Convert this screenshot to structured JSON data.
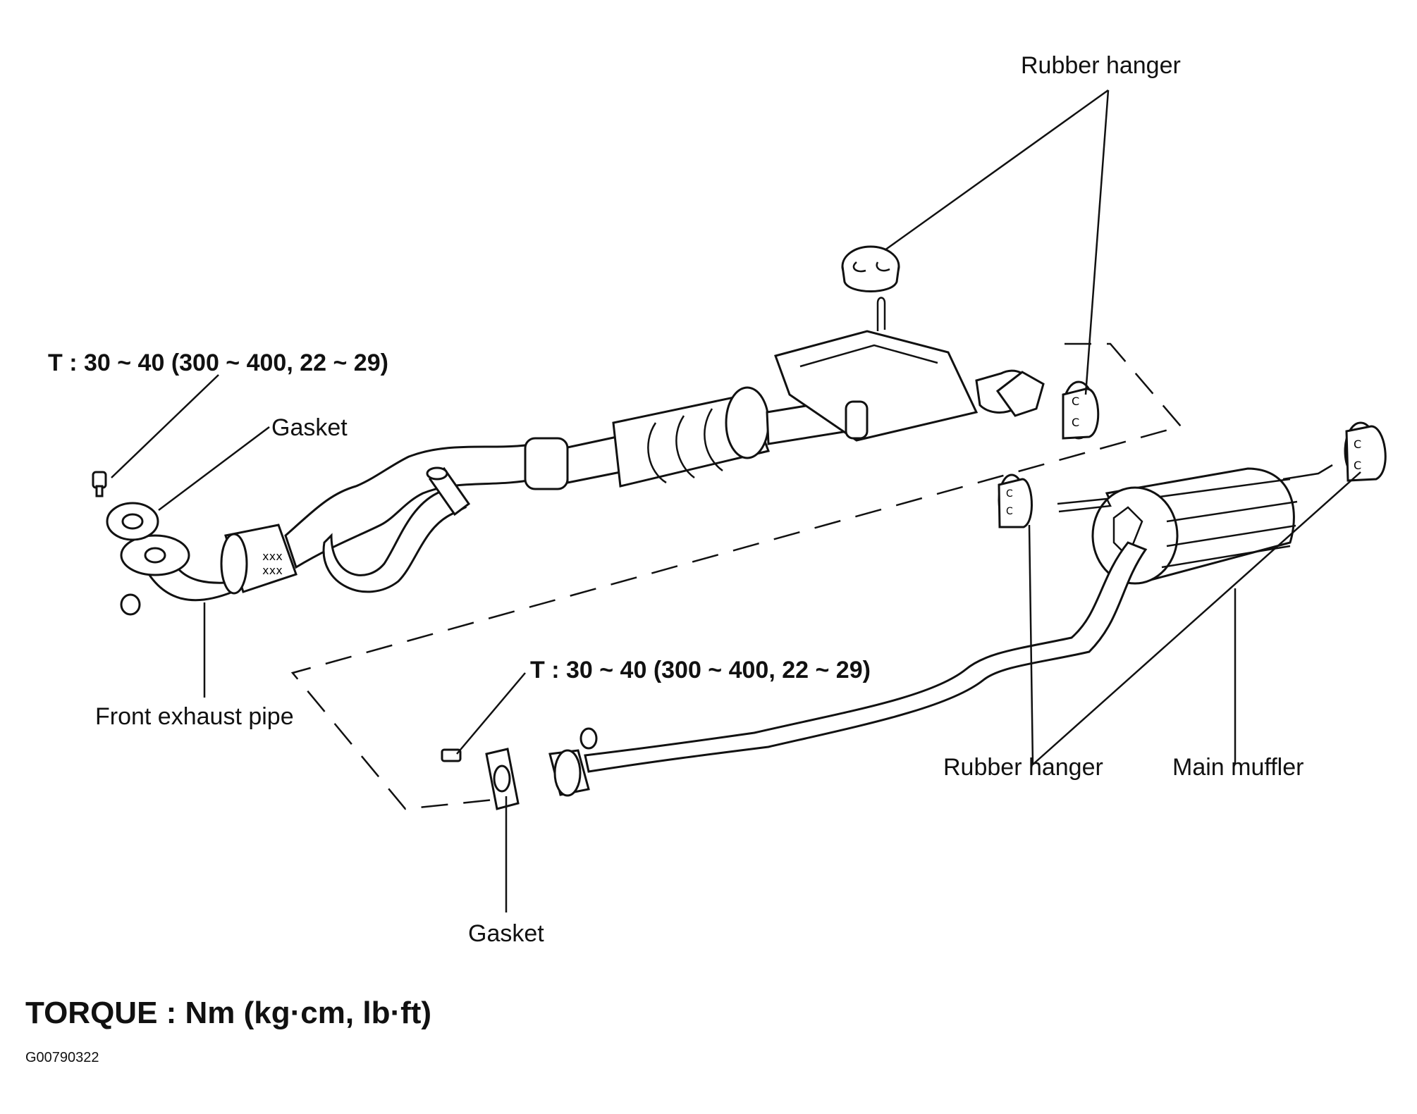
{
  "labels": {
    "rubber_hanger_top": "Rubber hanger",
    "torque_front": "T : 30 ~ 40 (300 ~ 400, 22 ~ 29)",
    "gasket_front": "Gasket",
    "front_exhaust_pipe": "Front exhaust pipe",
    "torque_rear": "T : 30 ~ 40 (300 ~ 400, 22 ~ 29)",
    "rubber_hanger_bottom": "Rubber hanger",
    "main_muffler": "Main muffler",
    "gasket_rear": "Gasket"
  },
  "torque_legend": "TORQUE : Nm (kg·cm, lb·ft)",
  "figure_id": "G00790322"
}
